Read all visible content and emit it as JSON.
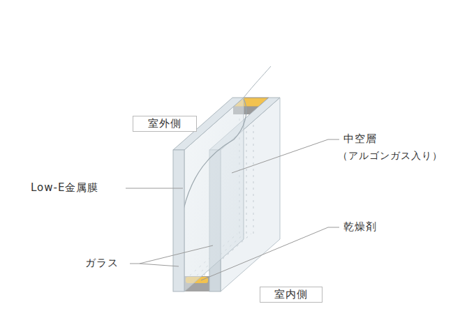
{
  "diagram": {
    "nodes": [
      {
        "text": [
          "室外側"
        ]
      },
      {
        "text": [
          "室内側"
        ]
      }
    ],
    "labels": [
      "中空層",
      "（アルゴンガス入り）",
      "Low-E金属膜",
      "乾燥剤",
      "ガラス"
    ]
  }
}
